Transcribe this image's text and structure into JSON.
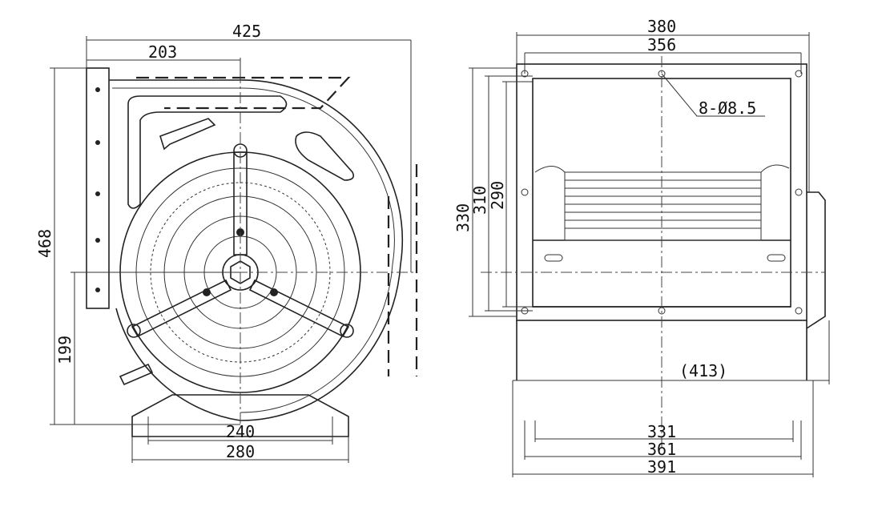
{
  "left_view": {
    "overall_width": "425",
    "top_offset": "203",
    "overall_height": "468",
    "shaft_height": "199",
    "base_inner": "240",
    "base_outer": "280"
  },
  "right_view": {
    "frame_width": "380",
    "hole_spacing": "356",
    "hole_note": "8-Ø8.5",
    "height_330": "330",
    "height_310": "310",
    "height_290": "290",
    "depth": "(413)",
    "outlet_331": "331",
    "outlet_361": "361",
    "outlet_391": "391"
  }
}
